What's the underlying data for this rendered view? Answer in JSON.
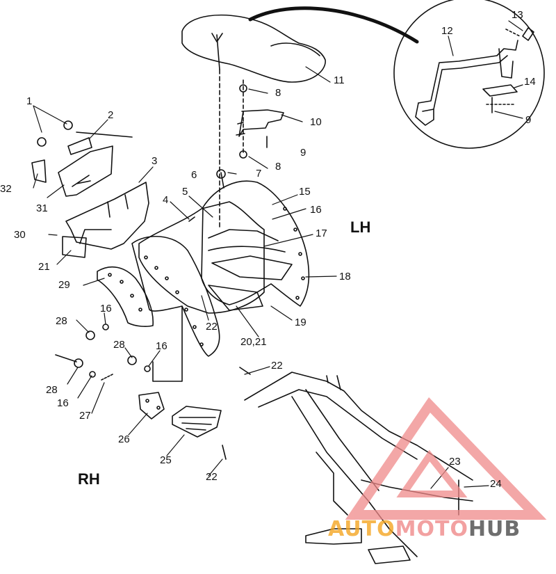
{
  "diagram": {
    "side_labels": {
      "lh": "LH",
      "rh": "RH"
    },
    "watermark": {
      "part1": "AUTO",
      "part2": "MOTO",
      "part3": "HUB",
      "color1": "#f5a623",
      "color2": "#f08a8a",
      "color3": "#555555"
    },
    "callouts": [
      "1",
      "2",
      "3",
      "4",
      "5",
      "6",
      "7",
      "8",
      "8",
      "9",
      "9",
      "10",
      "11",
      "12",
      "13",
      "14",
      "15",
      "16",
      "16",
      "16",
      "16",
      "17",
      "18",
      "19",
      "20,21",
      "21",
      "22",
      "22",
      "22",
      "22",
      "23",
      "24",
      "25",
      "26",
      "27",
      "28",
      "28",
      "28",
      "29",
      "30",
      "31",
      "32"
    ]
  }
}
